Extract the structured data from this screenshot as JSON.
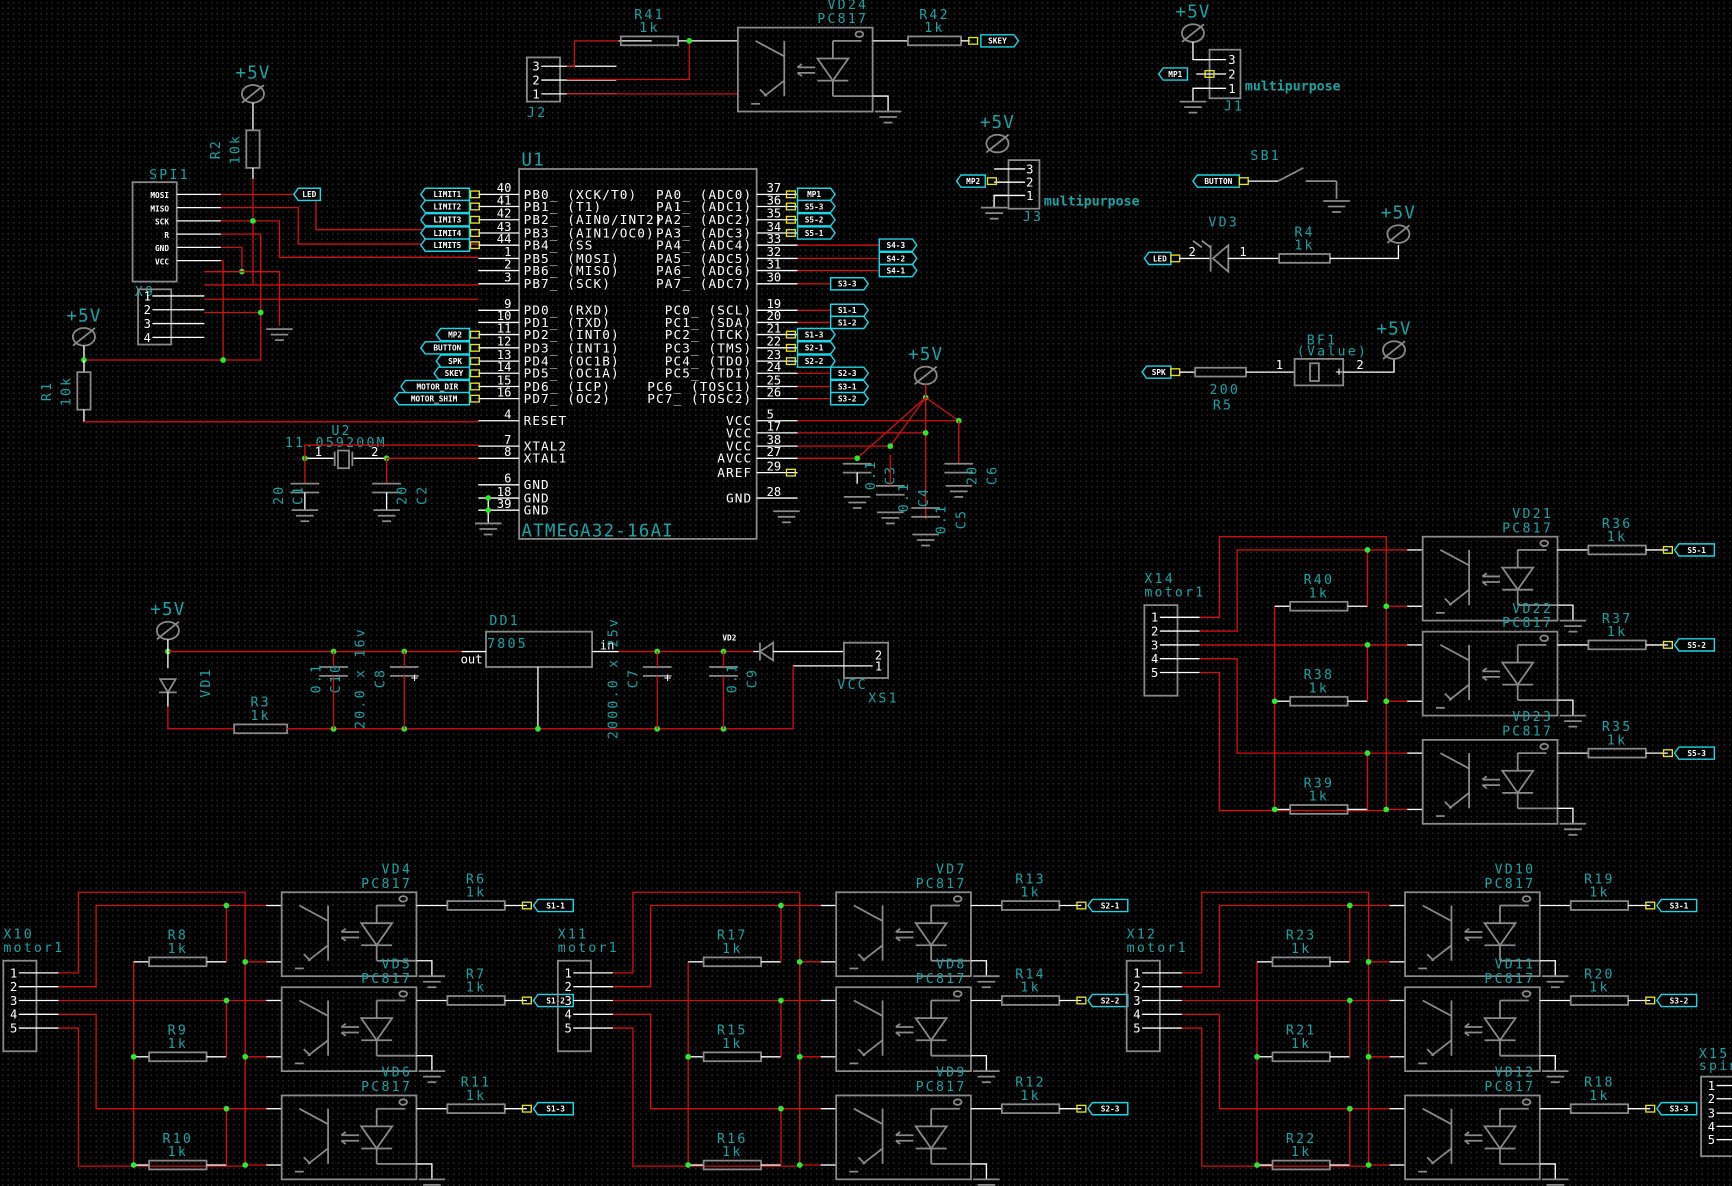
{
  "app": {
    "type": "schematic-editor"
  },
  "mcu": {
    "ref": "U1",
    "part": "ATMEGA32-16AI",
    "left_pins": [
      {
        "num": "40",
        "name": "PB0_ (XCK/T0)",
        "net": "LIMIT1"
      },
      {
        "num": "41",
        "name": "PB1_ (T1)",
        "net": "LIMIT2"
      },
      {
        "num": "42",
        "name": "PB2_ (AIN0/INT2)",
        "net": "LIMIT3"
      },
      {
        "num": "43",
        "name": "PB3_ (AIN1/OC0)",
        "net": "LIMIT4"
      },
      {
        "num": "44",
        "name": "PB4_ (SS",
        "net": "LIMIT5"
      },
      {
        "num": "1",
        "name": "PB5_ (MOSI)",
        "net": ""
      },
      {
        "num": "2",
        "name": "PB6_ (MISO)",
        "net": ""
      },
      {
        "num": "3",
        "name": "PB7_ (SCK)",
        "net": ""
      },
      {
        "num": "9",
        "name": "PD0_ (RXD)",
        "net": ""
      },
      {
        "num": "10",
        "name": "PD1_ (TXD)",
        "net": ""
      },
      {
        "num": "11",
        "name": "PD2_ (INT0)",
        "net": "MP2"
      },
      {
        "num": "12",
        "name": "PD3_ (INT1)",
        "net": "BUTTON"
      },
      {
        "num": "13",
        "name": "PD4_ (OC1B)",
        "net": "SPK"
      },
      {
        "num": "14",
        "name": "PD5_ (OC1A)",
        "net": "SKEY"
      },
      {
        "num": "15",
        "name": "PD6_ (ICP)",
        "net": "MOTOR_DIR"
      },
      {
        "num": "16",
        "name": "PD7_ (OC2)",
        "net": "MOTOR_SHIM"
      },
      {
        "num": "4",
        "name": "RESET",
        "net": ""
      },
      {
        "num": "7",
        "name": "XTAL2",
        "net": ""
      },
      {
        "num": "8",
        "name": "XTAL1",
        "net": ""
      },
      {
        "num": "6",
        "name": "GND",
        "net": ""
      },
      {
        "num": "18",
        "name": "GND",
        "net": ""
      },
      {
        "num": "39",
        "name": "GND",
        "net": ""
      }
    ],
    "right_pins": [
      {
        "num": "37",
        "name": "PA0_ (ADC0)",
        "net": "MP1"
      },
      {
        "num": "36",
        "name": "PA1_ (ADC1)",
        "net": "S5-3"
      },
      {
        "num": "35",
        "name": "PA2_ (ADC2)",
        "net": "S5-2"
      },
      {
        "num": "34",
        "name": "PA3_ (ADC3)",
        "net": "S5-1"
      },
      {
        "num": "33",
        "name": "PA4_ (ADC4)",
        "net": "S4-3"
      },
      {
        "num": "32",
        "name": "PA5_ (ADC5)",
        "net": "S4-2"
      },
      {
        "num": "31",
        "name": "PA6_ (ADC6)",
        "net": "S4-1"
      },
      {
        "num": "30",
        "name": "PA7_ (ADC7)",
        "net": "S3-3"
      },
      {
        "num": "19",
        "name": "PC0_ (SCL)",
        "net": "S1-1"
      },
      {
        "num": "20",
        "name": "PC1_ (SDA)",
        "net": "S1-2"
      },
      {
        "num": "21",
        "name": "PC2_ (TCK)",
        "net": "S1-3"
      },
      {
        "num": "22",
        "name": "PC3_ (TMS)",
        "net": "S2-1"
      },
      {
        "num": "23",
        "name": "PC4_ (TDO)",
        "net": "S2-2"
      },
      {
        "num": "24",
        "name": "PC5_ (TDI)",
        "net": "S2-3"
      },
      {
        "num": "25",
        "name": "PC6_ (TOSC1)",
        "net": "S3-1"
      },
      {
        "num": "26",
        "name": "PC7_ (TOSC2)",
        "net": "S3-2"
      },
      {
        "num": "5",
        "name": "VCC",
        "net": ""
      },
      {
        "num": "17",
        "name": "VCC",
        "net": ""
      },
      {
        "num": "38",
        "name": "VCC",
        "net": ""
      },
      {
        "num": "27",
        "name": "AVCC",
        "net": ""
      },
      {
        "num": "29",
        "name": "AREF",
        "net": ""
      },
      {
        "num": "28",
        "name": "GND",
        "net": ""
      }
    ]
  },
  "power_label": "+5V",
  "spi": {
    "ref": "SPI1",
    "connector_ref": "X9",
    "pins": [
      "MOSI",
      "MISO",
      "SCK",
      "R",
      "GND",
      "VCC"
    ],
    "header_pins": [
      "1",
      "2",
      "3",
      "4"
    ],
    "led_net": "LED"
  },
  "resistors": {
    "R1": {
      "ref": "R1",
      "value": "10k"
    },
    "R2": {
      "ref": "R2",
      "value": "10k"
    },
    "R3": {
      "ref": "R3",
      "value": "1k"
    },
    "R4": {
      "ref": "R4",
      "value": "1k"
    },
    "R5": {
      "ref": "R5",
      "value": "200"
    },
    "R41": {
      "ref": "R41",
      "value": "1k"
    },
    "R42": {
      "ref": "R42",
      "value": "1k"
    }
  },
  "crystal": {
    "ref": "U2",
    "value": "11.059200M",
    "pin1": "1",
    "pin2": "2"
  },
  "caps": {
    "C1": {
      "ref": "C1",
      "value": "20"
    },
    "C2": {
      "ref": "C2",
      "value": "20"
    },
    "C3": {
      "ref": "C3",
      "value": "0.1"
    },
    "C4": {
      "ref": "C4",
      "value": "0.1"
    },
    "C5": {
      "ref": "C5",
      "value": "0.1"
    },
    "C6": {
      "ref": "C6",
      "value": "20"
    },
    "C7": {
      "ref": "C7",
      "value": "2000.0 x 25v"
    },
    "C8": {
      "ref": "C8",
      "value": "20.0 x 16v"
    },
    "C9": {
      "ref": "C9",
      "value": "0.1"
    },
    "C10": {
      "ref": "C10",
      "value": "0.1"
    }
  },
  "top_opto": {
    "connector": "J2",
    "pins": [
      "3",
      "2",
      "1"
    ],
    "opto_ref": "VD24",
    "opto_part": "PC817",
    "out_net": "SKEY"
  },
  "j1": {
    "ref": "J1",
    "label": "multipurpose",
    "net": "MP1",
    "pins": [
      "3",
      "2",
      "1"
    ]
  },
  "j3": {
    "ref": "J3",
    "label": "multipurpose",
    "net": "MP2",
    "pins": [
      "3",
      "2",
      "1"
    ]
  },
  "button": {
    "ref": "SB1",
    "net": "BUTTON"
  },
  "led": {
    "ref": "VD3",
    "net": "LED",
    "pin_a": "2",
    "pin_k": "1"
  },
  "buzzer": {
    "ref": "BF1",
    "value": "(Value)",
    "net": "SPK",
    "pin1": "1",
    "pin2": "2",
    "plus": "+"
  },
  "regulator": {
    "ref": "DD1",
    "part": "7805",
    "out": "out",
    "in": "in",
    "diode_label": "VD2",
    "led_ref": "VD1",
    "connector_ref": "XS1",
    "connector_label": "VCC",
    "pins": [
      "2",
      "1"
    ]
  },
  "motor_blocks": [
    {
      "conn": "X10",
      "conn_label": "motor1",
      "opt": [
        "VD4",
        "VD5",
        "VD6"
      ],
      "rin": [
        "R8",
        "R9",
        "R10"
      ],
      "rout": [
        "R6",
        "R7",
        "R11"
      ],
      "nets": [
        "S1-1",
        "S1-2",
        "S1-3"
      ]
    },
    {
      "conn": "X11",
      "conn_label": "motor1",
      "opt": [
        "VD7",
        "VD8",
        "VD9"
      ],
      "rin": [
        "R17",
        "R15",
        "R16"
      ],
      "rout": [
        "R13",
        "R14",
        "R12"
      ],
      "nets": [
        "S2-1",
        "S2-2",
        "S2-3"
      ]
    },
    {
      "conn": "X12",
      "conn_label": "motor1",
      "opt": [
        "VD10",
        "VD11",
        "VD12"
      ],
      "rin": [
        "R23",
        "R21",
        "R22"
      ],
      "rout": [
        "R19",
        "R20",
        "R18"
      ],
      "nets": [
        "S3-1",
        "S3-2",
        "S3-3"
      ]
    },
    {
      "conn": "X14",
      "conn_label": "motor1",
      "opt": [
        "VD21",
        "VD22",
        "VD23"
      ],
      "rin": [
        "R40",
        "R38",
        "R39"
      ],
      "rout": [
        "R36",
        "R37",
        "R35"
      ],
      "nets": [
        "S5-1",
        "S5-2",
        "S5-3"
      ]
    }
  ],
  "motor_pins": [
    "1",
    "2",
    "3",
    "4",
    "5"
  ],
  "opto_part": "PC817",
  "res_value": "1k",
  "x15": {
    "ref": "X15",
    "label": "spin",
    "pins": [
      "1",
      "2",
      "3",
      "4",
      "5"
    ]
  }
}
